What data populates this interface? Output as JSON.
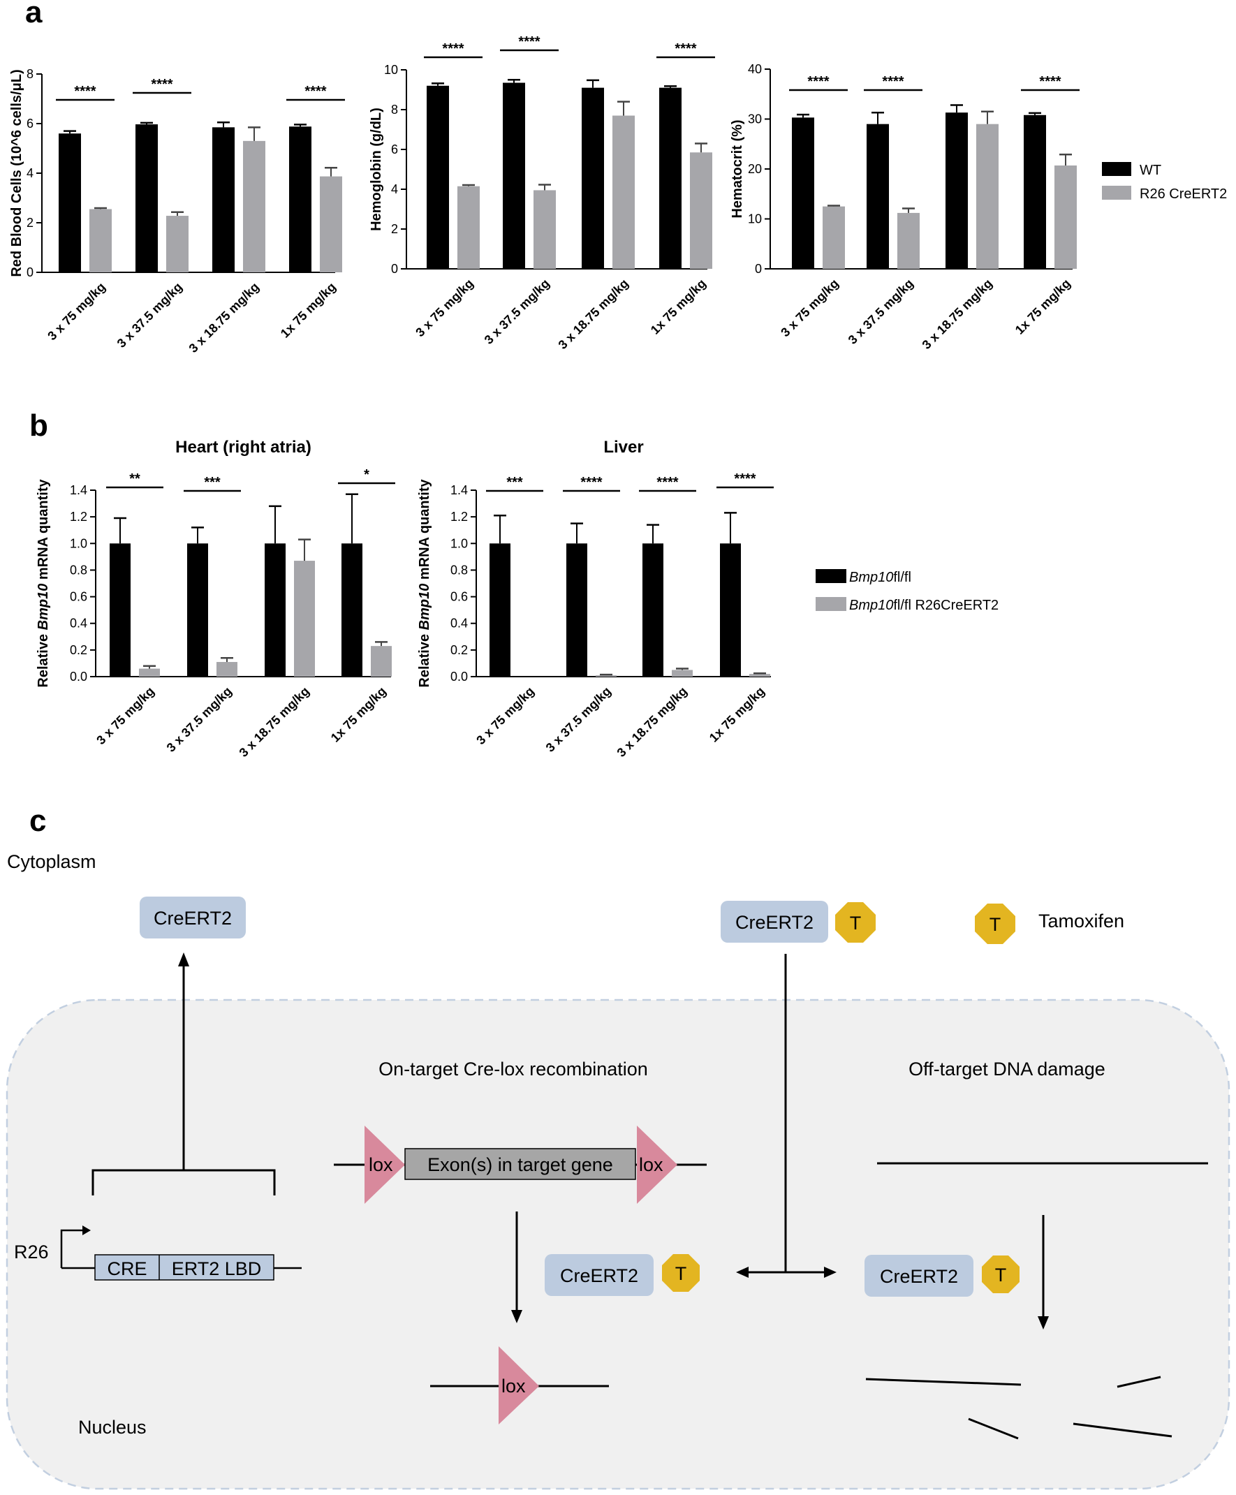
{
  "panels": {
    "a": "a",
    "b": "b",
    "c": "c"
  },
  "legend_a": {
    "wt": "WT",
    "r26": "R26 CreERT2"
  },
  "legend_b": {
    "fl_italic": "Bmp10",
    "fl_rest": "fl/fl",
    "cre_italic": "Bmp10",
    "cre_rest": "fl/fl R26CreERT2"
  },
  "colors": {
    "black_series": "#000000",
    "gray_series": "#a6a6aa",
    "box_fill": "#bccbdf",
    "tam_fill": "#e3b521",
    "lox_fill": "#d8899c",
    "nucleus_fill": "#f0f0f0",
    "nucleus_border": "#c2cfe0",
    "exon_fill": "#a6a6a6"
  },
  "chart_data": [
    {
      "type": "bar",
      "panel": "a",
      "categories": [
        "3 x 75 mg/kg",
        "3 x 37.5 mg/kg",
        "3 x 18.75 mg/kg",
        "1x 75 mg/kg"
      ],
      "ylabel": "Red Blood Cells (10^6 cells/μL)",
      "ylim": [
        0,
        8
      ],
      "yticks": [
        "0",
        "2",
        "4",
        "6",
        "8"
      ],
      "series": [
        {
          "name": "WT",
          "values": [
            5.6,
            5.97,
            5.85,
            5.88
          ],
          "errors": [
            0.1,
            0.06,
            0.2,
            0.08
          ]
        },
        {
          "name": "R26 CreERT2",
          "values": [
            2.55,
            2.28,
            5.3,
            3.87
          ],
          "errors": [
            0.04,
            0.15,
            0.55,
            0.35
          ]
        }
      ],
      "significance": [
        "****",
        "****",
        "",
        "****"
      ]
    },
    {
      "type": "bar",
      "panel": "a",
      "categories": [
        "3 x 75 mg/kg",
        "3 x 37.5 mg/kg",
        "3 x 18.75 mg/kg",
        "1x 75 mg/kg"
      ],
      "ylabel": "Hemoglobin (g/dL)",
      "ylim": [
        0,
        10
      ],
      "yticks": [
        "0",
        "2",
        "4",
        "6",
        "8",
        "10"
      ],
      "series": [
        {
          "name": "WT",
          "values": [
            9.2,
            9.35,
            9.1,
            9.1
          ],
          "errors": [
            0.12,
            0.15,
            0.38,
            0.08
          ]
        },
        {
          "name": "R26 CreERT2",
          "values": [
            4.15,
            3.95,
            7.7,
            5.85
          ],
          "errors": [
            0.06,
            0.28,
            0.7,
            0.45
          ]
        }
      ],
      "significance": [
        "****",
        "****",
        "",
        "****"
      ]
    },
    {
      "type": "bar",
      "panel": "a",
      "categories": [
        "3 x 75 mg/kg",
        "3 x 37.5 mg/kg",
        "3 x 18.75 mg/kg",
        "1x 75 mg/kg"
      ],
      "ylabel": "Hematocrit (%)",
      "ylim": [
        0,
        40
      ],
      "yticks": [
        "0",
        "10",
        "20",
        "30",
        "40"
      ],
      "series": [
        {
          "name": "WT",
          "values": [
            30.3,
            29.0,
            31.3,
            30.8
          ],
          "errors": [
            0.6,
            2.3,
            1.5,
            0.4
          ]
        },
        {
          "name": "R26 CreERT2",
          "values": [
            12.5,
            11.2,
            29.0,
            20.7
          ],
          "errors": [
            0.15,
            0.9,
            2.5,
            2.2
          ]
        }
      ],
      "significance": [
        "****",
        "****",
        "",
        "****"
      ]
    },
    {
      "type": "bar",
      "panel": "b",
      "title": "Heart (right atria)",
      "categories": [
        "3 x 75 mg/kg",
        "3 x 37.5 mg/kg",
        "3 x 18.75 mg/kg",
        "1x 75 mg/kg"
      ],
      "ylabel_pre": "Relative ",
      "ylabel_italic": "Bmp10",
      "ylabel_post": " mRNA quantity",
      "ylim": [
        0,
        1.4
      ],
      "yticks": [
        "0.0",
        "0.2",
        "0.4",
        "0.6",
        "0.8",
        "1.0",
        "1.2",
        "1.4"
      ],
      "series": [
        {
          "name": "Bmp10fl/fl",
          "values": [
            1.0,
            1.0,
            1.0,
            1.0
          ],
          "errors": [
            0.19,
            0.12,
            0.28,
            0.37
          ]
        },
        {
          "name": "Bmp10fl/fl R26CreERT2",
          "values": [
            0.06,
            0.11,
            0.87,
            0.23
          ],
          "errors": [
            0.02,
            0.03,
            0.16,
            0.03
          ]
        }
      ],
      "significance": [
        "**",
        "***",
        "",
        "*"
      ]
    },
    {
      "type": "bar",
      "panel": "b",
      "title": "Liver",
      "categories": [
        "3 x 75 mg/kg",
        "3 x 37.5 mg/kg",
        "3 x 18.75 mg/kg",
        "1x 75 mg/kg"
      ],
      "ylabel_pre": "Relative ",
      "ylabel_italic": "Bmp10",
      "ylabel_post": " mRNA quantity",
      "ylim": [
        0,
        1.4
      ],
      "yticks": [
        "0.0",
        "0.2",
        "0.4",
        "0.6",
        "0.8",
        "1.0",
        "1.2",
        "1.4"
      ],
      "series": [
        {
          "name": "Bmp10fl/fl",
          "values": [
            1.0,
            1.0,
            1.0,
            1.0
          ],
          "errors": [
            0.21,
            0.15,
            0.14,
            0.23
          ]
        },
        {
          "name": "Bmp10fl/fl R26CreERT2",
          "values": [
            0.0,
            0.01,
            0.05,
            0.02
          ],
          "errors": [
            0.0,
            0.005,
            0.01,
            0.005
          ]
        }
      ],
      "significance": [
        "***",
        "****",
        "****",
        "****"
      ]
    }
  ],
  "diagram": {
    "cytoplasm": "Cytoplasm",
    "nucleus": "Nucleus",
    "creert2": "CreERT2",
    "t": "T",
    "tamoxifen": "Tamoxifen",
    "on_target": "On-target Cre-lox recombination",
    "off_target": "Off-target DNA damage",
    "lox": "lox",
    "exon": "Exon(s) in target gene",
    "r26": "R26",
    "cre": "CRE",
    "ert2_lbd": "ERT2 LBD"
  }
}
